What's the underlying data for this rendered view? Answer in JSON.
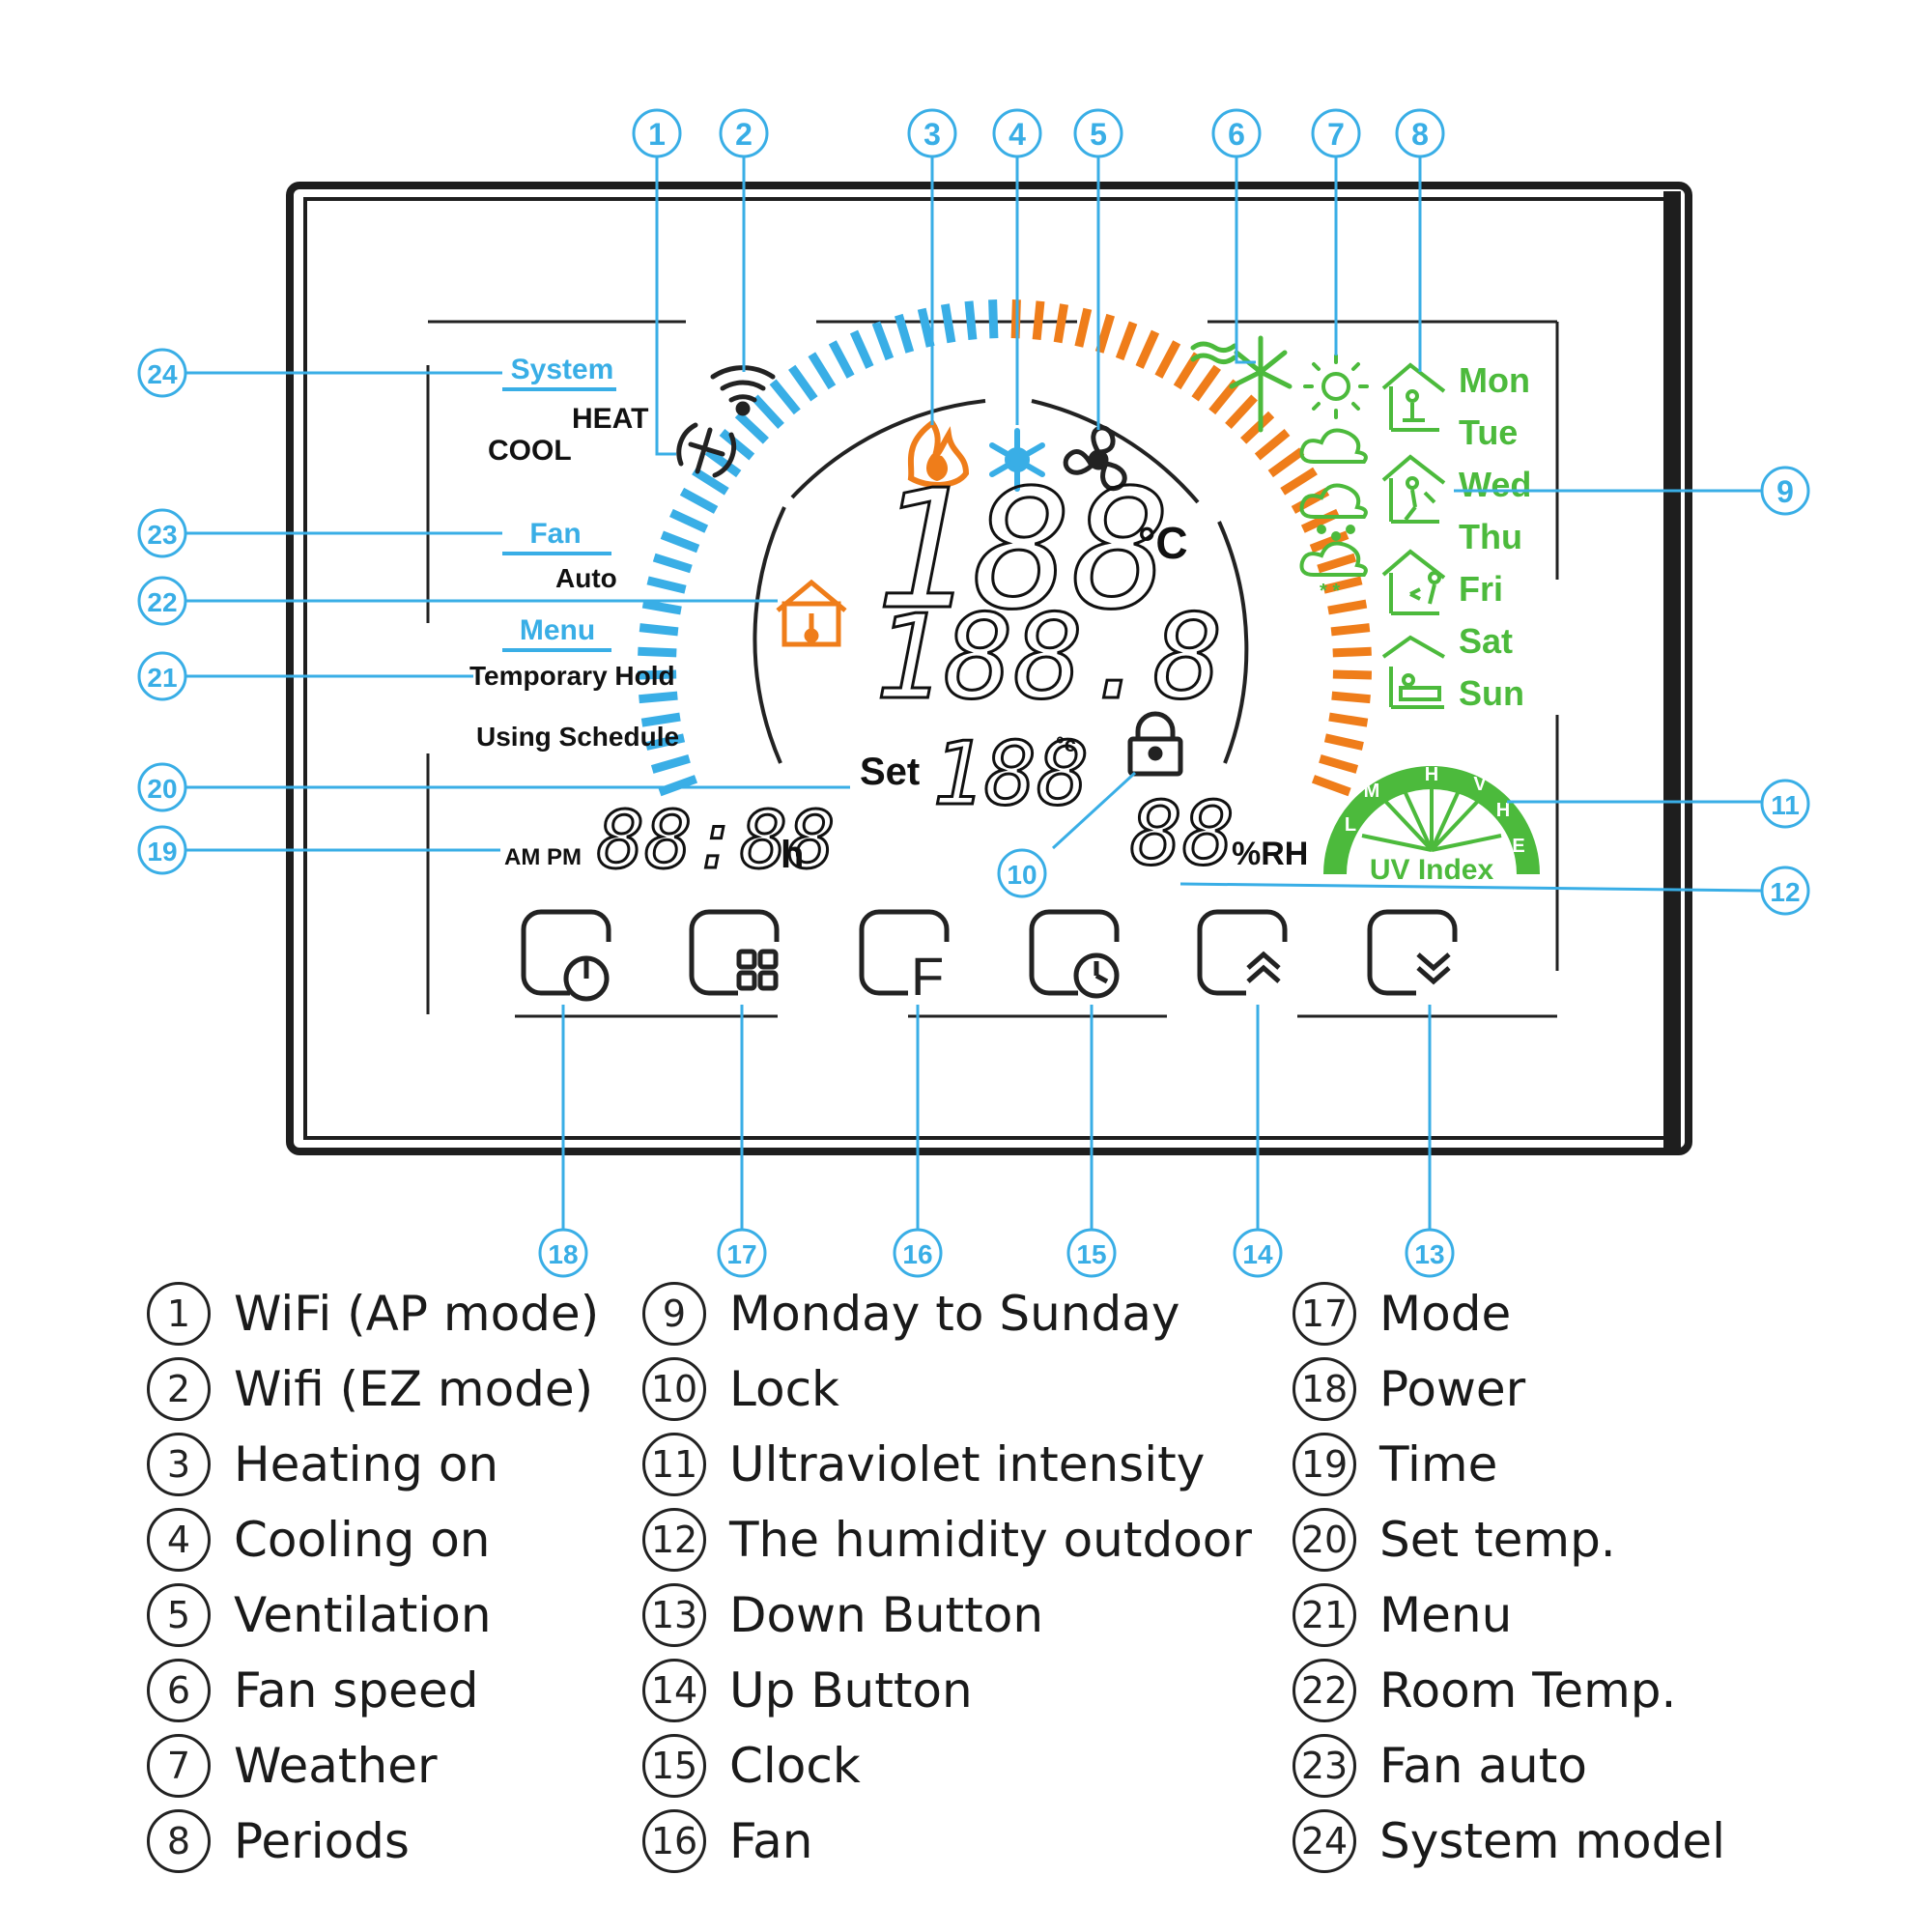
{
  "colors": {
    "blue": "#39aee6",
    "orange": "#ef7d1a",
    "green": "#4cba3c",
    "dark": "#222222",
    "frame": "#1e1e1e"
  },
  "callout_numbers": {
    "n1": "1",
    "n2": "2",
    "n3": "3",
    "n4": "4",
    "n5": "5",
    "n6": "6",
    "n7": "7",
    "n8": "8",
    "n9": "9",
    "n10": "10",
    "n11": "11",
    "n12": "12",
    "n13": "13",
    "n14": "14",
    "n15": "15",
    "n16": "16",
    "n17": "17",
    "n18": "18",
    "n19": "19",
    "n20": "20",
    "n21": "21",
    "n22": "22",
    "n23": "23",
    "n24": "24"
  },
  "screen": {
    "system_label": "System",
    "heat_label": "HEAT",
    "cool_label": "COOL",
    "fan_label": "Fan",
    "auto_label": "Auto",
    "menu_label": "Menu",
    "temporary_hold": "Temporary Hold",
    "using_schedule": "Using Schedule",
    "main_temp_top": "188",
    "main_temp_bottom": "188.8",
    "celsius_unit": "°C",
    "set_label": "Set",
    "set_value": "188",
    "set_unit": "°c",
    "clock_ampm": "AM PM",
    "clock_value": "88:88",
    "clock_unit": "h",
    "humidity_value": "88",
    "humidity_unit": "%RH",
    "uv_label": "UV Index",
    "uv_letters": [
      "L",
      "M",
      "H",
      "V",
      "H",
      "E"
    ],
    "days": [
      "Mon",
      "Tue",
      "Wed",
      "Thu",
      "Fri",
      "Sat",
      "Sun"
    ],
    "fan_button_letter": "F"
  },
  "legend": [
    {
      "num": "1",
      "text": "WiFi (AP mode)"
    },
    {
      "num": "2",
      "text": "Wifi (EZ mode)"
    },
    {
      "num": "3",
      "text": "Heating on"
    },
    {
      "num": "4",
      "text": "Cooling on"
    },
    {
      "num": "5",
      "text": "Ventilation"
    },
    {
      "num": "6",
      "text": "Fan speed"
    },
    {
      "num": "7",
      "text": "Weather"
    },
    {
      "num": "8",
      "text": "Periods"
    },
    {
      "num": "9",
      "text": "Monday to Sunday"
    },
    {
      "num": "10",
      "text": "Lock"
    },
    {
      "num": "11",
      "text": "Ultraviolet intensity"
    },
    {
      "num": "12",
      "text": "The humidity outdoor"
    },
    {
      "num": "13",
      "text": "Down Button"
    },
    {
      "num": "14",
      "text": "Up Button"
    },
    {
      "num": "15",
      "text": "Clock"
    },
    {
      "num": "16",
      "text": "Fan"
    },
    {
      "num": "17",
      "text": "Mode"
    },
    {
      "num": "18",
      "text": "Power"
    },
    {
      "num": "19",
      "text": "Time"
    },
    {
      "num": "20",
      "text": "Set temp."
    },
    {
      "num": "21",
      "text": "Menu"
    },
    {
      "num": "22",
      "text": "Room Temp."
    },
    {
      "num": "23",
      "text": "Fan auto"
    },
    {
      "num": "24",
      "text": "System model"
    }
  ]
}
